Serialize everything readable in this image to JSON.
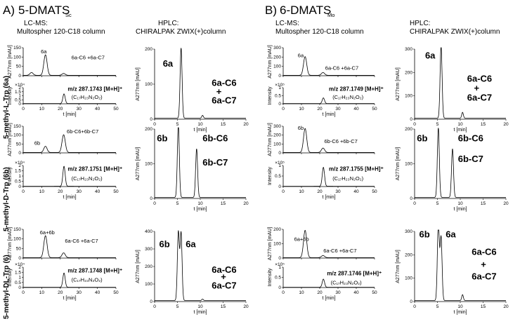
{
  "panelA": {
    "letter": "A)",
    "name": "5-DMATS",
    "sub": "Sc"
  },
  "panelB": {
    "letter": "B)",
    "name": "6-DMATS",
    "sub": "Mo"
  },
  "col_lcms": [
    "LC-MS:",
    "Multospher 120-C18 column"
  ],
  "col_hplc": [
    "HPLC:",
    "CHIRALPAK ZWIX(+)column"
  ],
  "rows": [
    "5-methyl-L-Trp (6a)",
    "5-methyl-D-Trp (6b)",
    "5-methyl-DL-Trp (6)"
  ],
  "axes": {
    "uv": "A277nm [mAU]",
    "intensity": "Intensity",
    "time": "t [min]"
  },
  "chart_data": [
    {
      "type": "line",
      "panel": "A",
      "row": 0,
      "trace": "uv",
      "xlim": [
        0,
        50
      ],
      "ylim": [
        0,
        150
      ],
      "yticks": [
        0,
        50,
        100,
        150
      ],
      "xticks": [
        0,
        10,
        20,
        30,
        40,
        50
      ],
      "peaks": [
        {
          "x": 4.5,
          "y": 15
        },
        {
          "x": 12.0,
          "y": 110
        },
        {
          "x": 21.8,
          "y": 10
        }
      ],
      "labels": [
        "6a",
        "6a-C6 +6a-C7"
      ]
    },
    {
      "type": "line",
      "panel": "A",
      "row": 0,
      "trace": "ms",
      "xlim": [
        0,
        50
      ],
      "ylim": [
        0,
        2.0
      ],
      "yticks": [
        0,
        0.5,
        1.0,
        1.5,
        2.0
      ],
      "yscale_label": "×10⁴",
      "xticks": [
        0,
        10,
        20,
        30,
        40,
        50
      ],
      "peaks": [
        {
          "x": 22.0,
          "y": 1.2
        }
      ],
      "labels": [
        "m/z 287.1743 [M+H]⁺",
        "(C₁₇H₂₃N₂O₂)"
      ]
    },
    {
      "type": "line",
      "panel": "A",
      "row": 0,
      "trace": "hplc",
      "xlim": [
        0,
        20
      ],
      "ylim": [
        0,
        200
      ],
      "yticks": [
        0,
        100,
        200
      ],
      "xticks": [
        0,
        5,
        10,
        15,
        20
      ],
      "peaks": [
        {
          "x": 5.8,
          "y": 200
        },
        {
          "x": 10.5,
          "y": 8
        }
      ],
      "labels": [
        "6a",
        "6a-C6",
        "+",
        "6a-C7"
      ]
    },
    {
      "type": "line",
      "panel": "A",
      "row": 1,
      "trace": "uv",
      "xlim": [
        0,
        50
      ],
      "ylim": [
        0,
        150
      ],
      "yticks": [
        0,
        50,
        100,
        150
      ],
      "xticks": [
        0,
        10,
        20,
        30,
        40,
        50
      ],
      "peaks": [
        {
          "x": 12.0,
          "y": 35
        },
        {
          "x": 21.8,
          "y": 100
        }
      ],
      "labels": [
        "6b",
        "6b-C6+6b-C7"
      ]
    },
    {
      "type": "line",
      "panel": "A",
      "row": 1,
      "trace": "ms",
      "xlim": [
        0,
        50
      ],
      "ylim": [
        0,
        2.0
      ],
      "yticks": [
        0,
        0.5,
        1.0,
        1.5,
        2.0
      ],
      "yscale_label": "×10⁴",
      "xticks": [
        0,
        10,
        20,
        30,
        40,
        50
      ],
      "peaks": [
        {
          "x": 22.0,
          "y": 1.9
        }
      ],
      "labels": [
        "m/z 287.1751 [M+H]⁺",
        "(C₁₇H₂₃N₂O₂)"
      ]
    },
    {
      "type": "line",
      "panel": "A",
      "row": 1,
      "trace": "hplc",
      "xlim": [
        0,
        20
      ],
      "ylim": [
        0,
        200
      ],
      "yticks": [
        0,
        100,
        200
      ],
      "xticks": [
        0,
        5,
        10,
        15,
        20
      ],
      "peaks": [
        {
          "x": 5.2,
          "y": 210
        },
        {
          "x": 9.2,
          "y": 140
        }
      ],
      "labels": [
        "6b",
        "6b-C6",
        "6b-C7"
      ]
    },
    {
      "type": "line",
      "panel": "A",
      "row": 2,
      "trace": "uv",
      "xlim": [
        0,
        50
      ],
      "ylim": [
        0,
        150
      ],
      "yticks": [
        0,
        50,
        100,
        150
      ],
      "xticks": [
        0,
        10,
        20,
        30,
        40,
        50
      ],
      "peaks": [
        {
          "x": 12.0,
          "y": 115
        },
        {
          "x": 21.8,
          "y": 25
        }
      ],
      "labels": [
        "6a+6b",
        "6a-C6 +6a-C7"
      ]
    },
    {
      "type": "line",
      "panel": "A",
      "row": 2,
      "trace": "ms",
      "xlim": [
        0,
        50
      ],
      "ylim": [
        0,
        2.0
      ],
      "yticks": [
        0,
        0.5,
        1.0,
        1.5,
        2.0
      ],
      "yscale_label": "×10⁴",
      "xticks": [
        0,
        10,
        20,
        30,
        40,
        50
      ],
      "peaks": [
        {
          "x": 22.0,
          "y": 1.4
        }
      ],
      "labels": [
        "m/z 287.1748 [M+H]⁺",
        "(C₁₇H₂₃N₂O₂)"
      ]
    },
    {
      "type": "line",
      "panel": "A",
      "row": 2,
      "trace": "hplc",
      "xlim": [
        0,
        20
      ],
      "ylim": [
        0,
        400
      ],
      "yticks": [
        0,
        100,
        200,
        300,
        400
      ],
      "xticks": [
        0,
        5,
        10,
        15,
        20
      ],
      "peaks": [
        {
          "x": 5.2,
          "y": 390
        },
        {
          "x": 5.8,
          "y": 385
        },
        {
          "x": 10.5,
          "y": 8
        }
      ],
      "labels": [
        "6b",
        "6a",
        "6a-C6",
        "+",
        "6a-C7"
      ]
    },
    {
      "type": "line",
      "panel": "B",
      "row": 0,
      "trace": "uv",
      "xlim": [
        0,
        50
      ],
      "ylim": [
        0,
        300
      ],
      "yticks": [
        0,
        100,
        200,
        300
      ],
      "xticks": [
        0,
        10,
        20,
        30,
        40,
        50
      ],
      "peaks": [
        {
          "x": 12.0,
          "y": 200
        },
        {
          "x": 21.8,
          "y": 30
        }
      ],
      "labels": [
        "6a",
        "6a-C6 +6a-C7"
      ]
    },
    {
      "type": "line",
      "panel": "B",
      "row": 0,
      "trace": "ms",
      "xlim": [
        0,
        50
      ],
      "ylim": [
        0,
        1.0
      ],
      "yticks": [
        0,
        0.5,
        1.0
      ],
      "yscale_label": "×10⁵",
      "xticks": [
        0,
        10,
        20,
        30,
        40,
        50
      ],
      "peaks": [
        {
          "x": 22.0,
          "y": 0.35
        }
      ],
      "labels": [
        "m/z 287.1749 [M+H]⁺",
        "(C₁₇H₂₃N₂O₂)"
      ]
    },
    {
      "type": "line",
      "panel": "B",
      "row": 0,
      "trace": "hplc",
      "xlim": [
        0,
        20
      ],
      "ylim": [
        0,
        300
      ],
      "yticks": [
        0,
        100,
        200,
        300
      ],
      "xticks": [
        0,
        5,
        10,
        15,
        20
      ],
      "peaks": [
        {
          "x": 5.8,
          "y": 310
        },
        {
          "x": 10.5,
          "y": 25
        }
      ],
      "labels": [
        "6a",
        "6a-C6",
        "+",
        "6a-C7"
      ]
    },
    {
      "type": "line",
      "panel": "B",
      "row": 1,
      "trace": "uv",
      "xlim": [
        0,
        50
      ],
      "ylim": [
        0,
        300
      ],
      "yticks": [
        0,
        100,
        200,
        300
      ],
      "xticks": [
        0,
        10,
        20,
        30,
        40,
        50
      ],
      "peaks": [
        {
          "x": 12.0,
          "y": 270
        },
        {
          "x": 21.8,
          "y": 50
        }
      ],
      "labels": [
        "6b",
        "6b-C6 +6b-C7"
      ]
    },
    {
      "type": "line",
      "panel": "B",
      "row": 1,
      "trace": "ms",
      "xlim": [
        0,
        50
      ],
      "ylim": [
        0,
        1.0
      ],
      "yticks": [
        0,
        0.5,
        1.0
      ],
      "yscale_label": "×10⁵",
      "xticks": [
        0,
        10,
        20,
        30,
        40,
        50
      ],
      "peaks": [
        {
          "x": 22.0,
          "y": 0.9
        }
      ],
      "labels": [
        "m/z 287.1755 [M+H]⁺",
        "(C₁₇H₂₃N₂O₂)"
      ]
    },
    {
      "type": "line",
      "panel": "B",
      "row": 1,
      "trace": "hplc",
      "xlim": [
        0,
        20
      ],
      "ylim": [
        0,
        200
      ],
      "yticks": [
        0,
        100,
        200
      ],
      "xticks": [
        0,
        5,
        10,
        15,
        20
      ],
      "peaks": [
        {
          "x": 5.2,
          "y": 200
        },
        {
          "x": 8.3,
          "y": 140
        }
      ],
      "labels": [
        "6b",
        "6b-C6",
        "6b-C7"
      ]
    },
    {
      "type": "line",
      "panel": "B",
      "row": 2,
      "trace": "uv",
      "xlim": [
        0,
        50
      ],
      "ylim": [
        0,
        200
      ],
      "yticks": [
        0,
        100,
        200
      ],
      "xticks": [
        0,
        10,
        20,
        30,
        40,
        50
      ],
      "peaks": [
        {
          "x": 12.0,
          "y": 190
        },
        {
          "x": 21.8,
          "y": 15
        }
      ],
      "labels": [
        "6a+6b",
        "6a-C6 +6a-C7"
      ]
    },
    {
      "type": "line",
      "panel": "B",
      "row": 2,
      "trace": "ms",
      "xlim": [
        0,
        50
      ],
      "ylim": [
        0,
        1.0
      ],
      "yticks": [
        0,
        0.5,
        1.0
      ],
      "yscale_label": "×10⁵",
      "xticks": [
        0,
        10,
        20,
        30,
        40,
        50
      ],
      "peaks": [
        {
          "x": 22.0,
          "y": 0.4
        }
      ],
      "labels": [
        "m/z 287.1746 [M+H]⁺",
        "(C₁₇H₂₃N₂O₂)"
      ]
    },
    {
      "type": "line",
      "panel": "B",
      "row": 2,
      "trace": "hplc",
      "xlim": [
        0,
        20
      ],
      "ylim": [
        0,
        300
      ],
      "yticks": [
        0,
        100,
        200,
        300
      ],
      "xticks": [
        0,
        5,
        10,
        15,
        20
      ],
      "peaks": [
        {
          "x": 5.2,
          "y": 330
        },
        {
          "x": 5.8,
          "y": 270
        },
        {
          "x": 10.5,
          "y": 25
        }
      ],
      "labels": [
        "6b",
        "6a",
        "6a-C6",
        "+",
        "6a-C7"
      ]
    }
  ]
}
